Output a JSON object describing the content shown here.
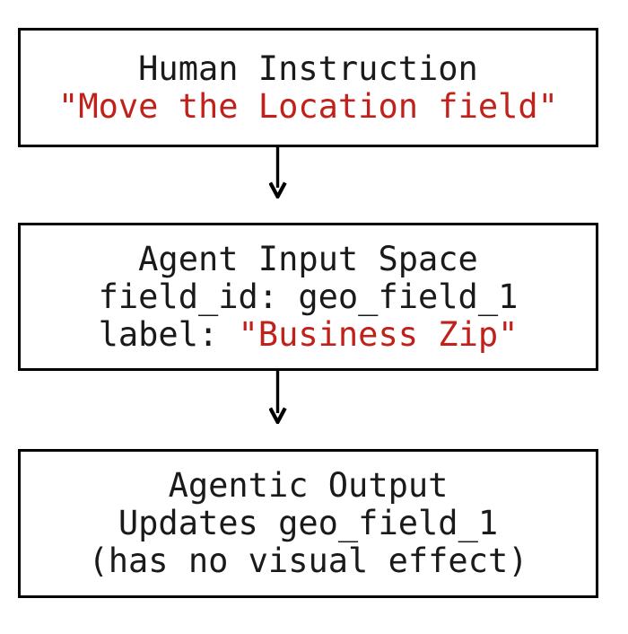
{
  "diagram": {
    "type": "flowchart",
    "orientation": "vertical",
    "background_color": "#ffffff",
    "border_color": "#000000",
    "text_color": "#1a1a1a",
    "accent_color": "#C0211B",
    "nodes": [
      {
        "id": "human-instruction",
        "title": "Human Instruction",
        "lines": [
          {
            "text": "Human Instruction",
            "color": "black"
          },
          {
            "text": "\"Move the Location field\"",
            "color": "red"
          }
        ]
      },
      {
        "id": "agent-input-space",
        "title": "Agent Input Space",
        "lines": [
          {
            "text": "Agent Input Space",
            "color": "black"
          },
          {
            "text": "field_id: geo_field_1",
            "color": "black"
          },
          {
            "text": "label: \"Business Zip\"",
            "color": "mixed",
            "prefix": "label: ",
            "highlight": "\"Business Zip\""
          }
        ]
      },
      {
        "id": "agentic-output",
        "title": "Agentic Output",
        "lines": [
          {
            "text": "Agentic Output",
            "color": "black"
          },
          {
            "text": "Updates geo_field_1",
            "color": "black"
          },
          {
            "text": "(has no visual effect)",
            "color": "black"
          }
        ]
      }
    ],
    "edges": [
      {
        "id": "edge-1",
        "from": "human-instruction",
        "to": "agent-input-space",
        "icon": "down-arrow-icon"
      },
      {
        "id": "edge-2",
        "from": "agent-input-space",
        "to": "agentic-output",
        "icon": "down-arrow-icon"
      }
    ]
  }
}
